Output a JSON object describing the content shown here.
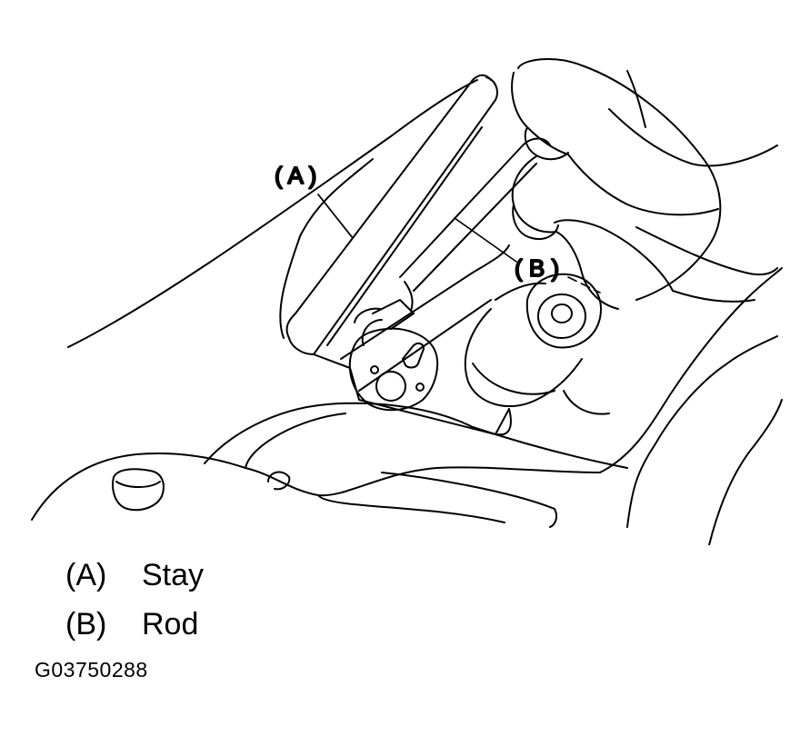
{
  "callouts": {
    "a": "( A )",
    "b": "( B )"
  },
  "legend": [
    {
      "key": "(A)",
      "label": "Stay"
    },
    {
      "key": "(B)",
      "label": "Rod"
    }
  ],
  "figure_id": "G03750288"
}
